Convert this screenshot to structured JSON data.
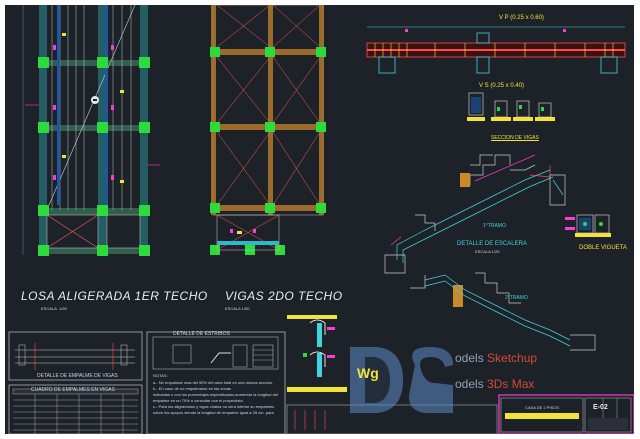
{
  "plans": {
    "plan1_title": "LOSA ALIGERADA 1ER TECHO",
    "plan1_scale": "ESCALA: 1/50",
    "plan2_title": "VIGAS 2DO TECHO",
    "plan2_scale": "ESCALA 1/50"
  },
  "beams": {
    "vp_label": "V P (0.25 x 0.60)",
    "vs_label": "V S (0.25 x 0.40)",
    "section_label": "SECCION DE VIGAS"
  },
  "stair": {
    "detail_label": "DETALLE DE ESCALERA",
    "detail_sub": "ESCALA 1/25",
    "tramo1": "1°TRAMO",
    "tramo2": "2°TRAMO",
    "vigueta_label": "DOBLE VIGUETA"
  },
  "splice": {
    "title": "DETALLE DE EMPALME DE VIGAS",
    "table_title": "CUADRO DE EMPALMES EN VIGAS",
    "notes_title": "DETALLE DE ESTRIBOS",
    "notes_head": "NOTAS:",
    "notes": [
      "a.- No empalmar mas del 50% del area total en una misma seccion.",
      "b.- En caso de no empalmarse en las zonas",
      "indicadas o con los porcentajes especificados,aumentar la longitud del",
      "empalme en un 70% o consultar con el proyectista.",
      "c.- Para los alignerados y vigas chatas no sera inferior su empalmes",
      "sobre los apoyos  siendo la longitud de empalme igual a 25 cm. para"
    ]
  },
  "watermark": {
    "line1_prefix": "odels ",
    "line1_brand": "Sketchup",
    "line2_prefix": "odels ",
    "line2_brand": "3Ds Max",
    "logo_text": "Wg"
  },
  "sheet": {
    "number": "E-02",
    "title_line1": "CASA DE 2 PISOS",
    "title_line2": "ESTRUCTURAS VIGAS Y DETALLES"
  },
  "colors": {
    "background": "#1d2229",
    "cyan": "#3fd4e0",
    "yellow": "#f2e23a",
    "red": "#ff4d4d",
    "magenta": "#ff3bd6"
  }
}
